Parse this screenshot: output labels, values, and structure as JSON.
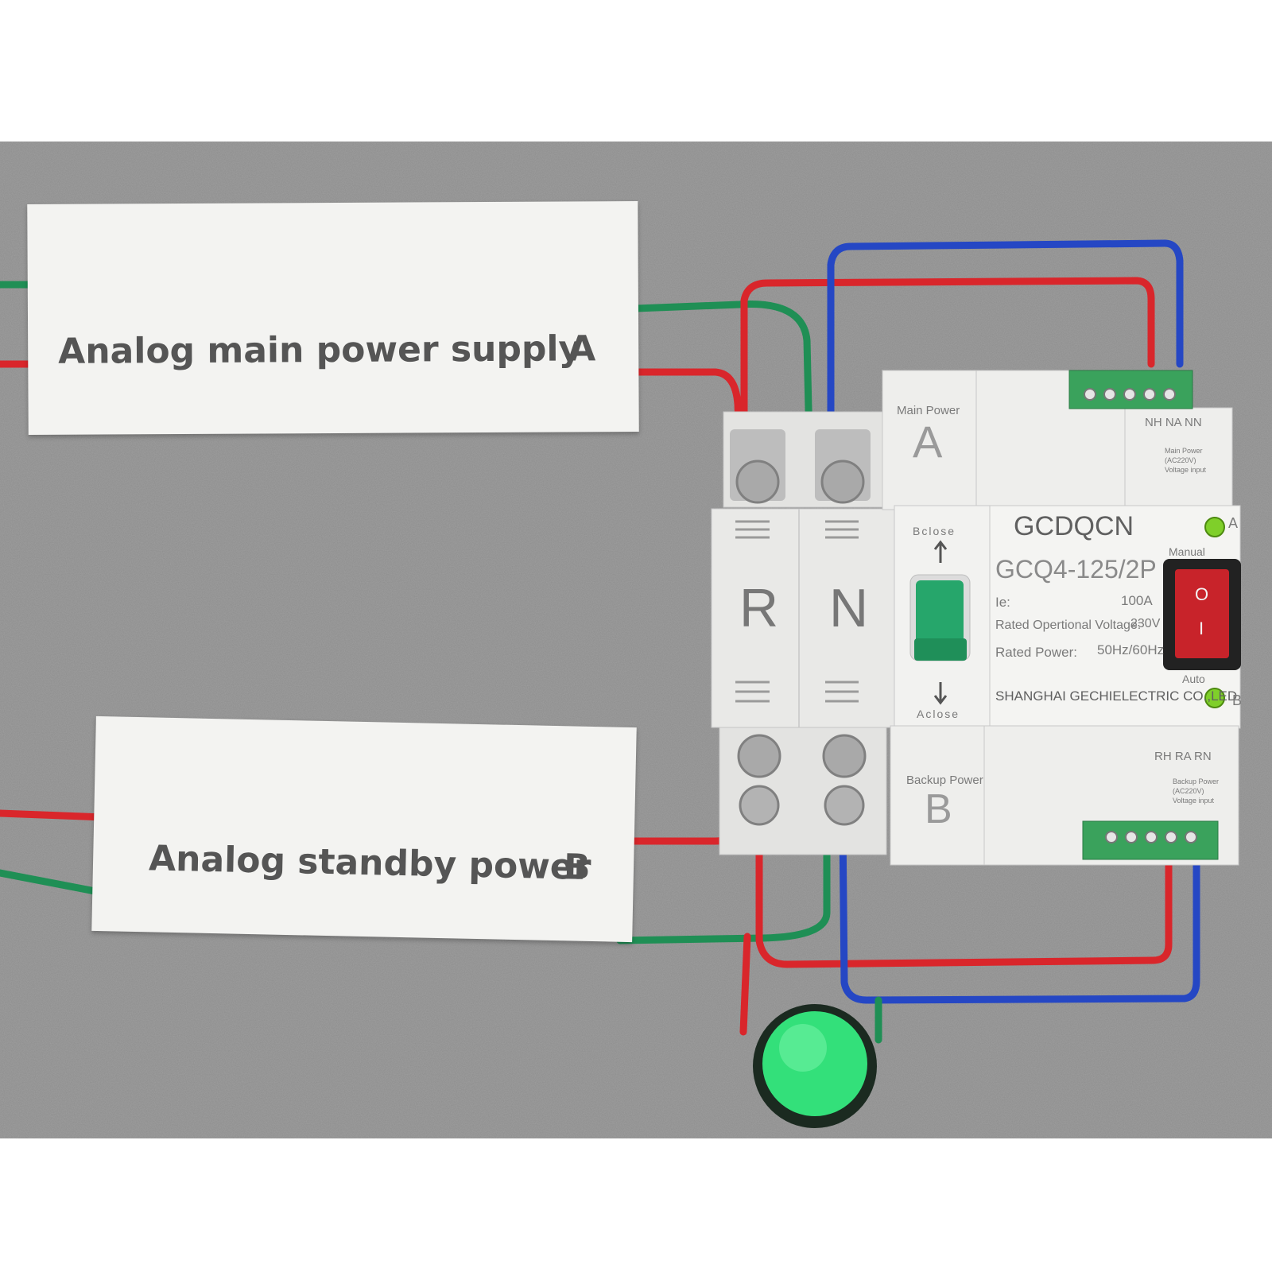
{
  "label_a": {
    "text": "Analog main power supply",
    "letter": "A"
  },
  "label_b": {
    "text": "Analog standby power",
    "letter": "B"
  },
  "device": {
    "brand": "GCDQCN",
    "model": "GCQ4-125/2P",
    "spec_ie": "Ie:",
    "spec_ie_value": "100A",
    "spec_voltage": "Rated Opertional Voltage:",
    "spec_voltage_value": "230V",
    "spec_power": "Rated Power:",
    "spec_power_value": "50Hz/60Hz",
    "manufacturer": "SHANGHAI GECHIELECTRIC CO.,LED",
    "main_power_label": "Main Power",
    "main_power_letter": "A",
    "backup_power_label": "Backup Power",
    "backup_power_letter": "B",
    "pole_r": "R",
    "pole_n": "N",
    "b_close": "Bclose",
    "a_close": "Aclose",
    "manual": "Manual",
    "auto": "Auto",
    "indicator_a": "A",
    "indicator_b": "B",
    "top_terminals": "NH NA NN",
    "bottom_terminals": "RH RA RN",
    "top_terminal_note": [
      "Main Power",
      "(AC220V)",
      "Voltage input"
    ],
    "bottom_terminal_note": [
      "Backup Power",
      "(AC220V)",
      "Voltage input"
    ],
    "rocker_top": "O",
    "rocker_bottom": "I"
  },
  "colors": {
    "wire_red": "#d9262b",
    "wire_green": "#1f8f55",
    "wire_blue": "#2547c4",
    "lamp_green": "#33e07a",
    "rocker_red": "#c8232a"
  }
}
